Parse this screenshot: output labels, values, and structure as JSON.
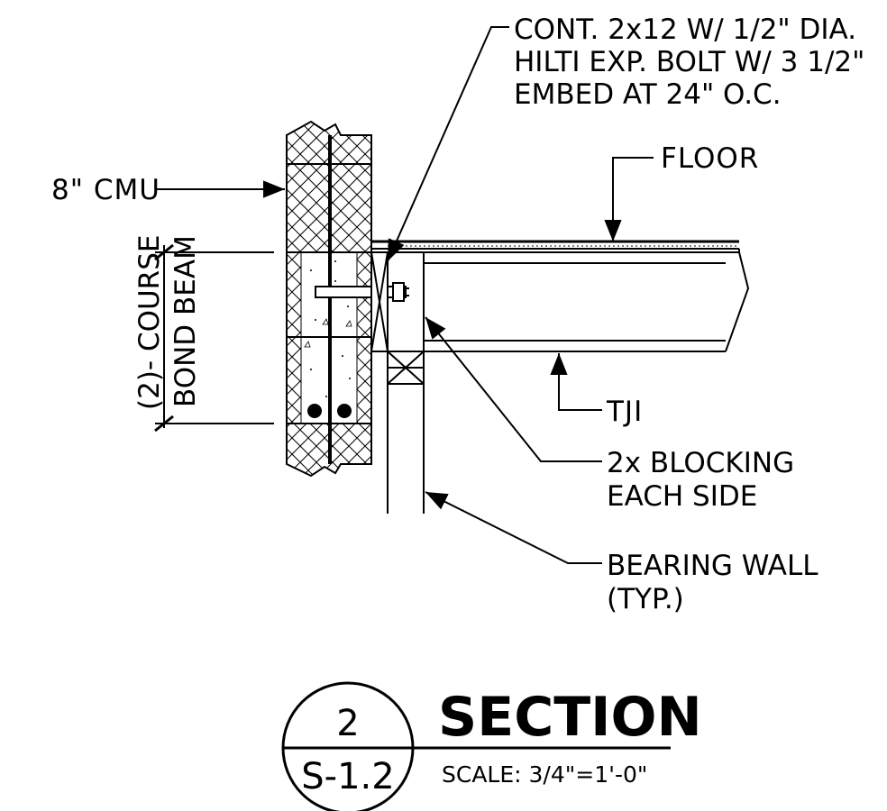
{
  "labels": {
    "bolt_line1": "CONT. 2x12 W/ 1/2\" DIA.",
    "bolt_line2": "HILTI EXP. BOLT W/ 3 1/2\"",
    "bolt_line3": "EMBED AT 24\" O.C.",
    "floor": "FLOOR",
    "cmu": "8\" CMU",
    "bond_beam_line1": "(2)- COURSE",
    "bond_beam_line2": "BOND BEAM",
    "tji": "TJI",
    "blocking_line1": "2x BLOCKING",
    "blocking_line2": "EACH SIDE",
    "bearing_line1": "BEARING WALL",
    "bearing_line2": "(TYP.)"
  },
  "title_block": {
    "detail_number": "2",
    "sheet": "S-1.2",
    "title": "SECTION",
    "scale": "SCALE: 3/4\"=1'-0\""
  }
}
